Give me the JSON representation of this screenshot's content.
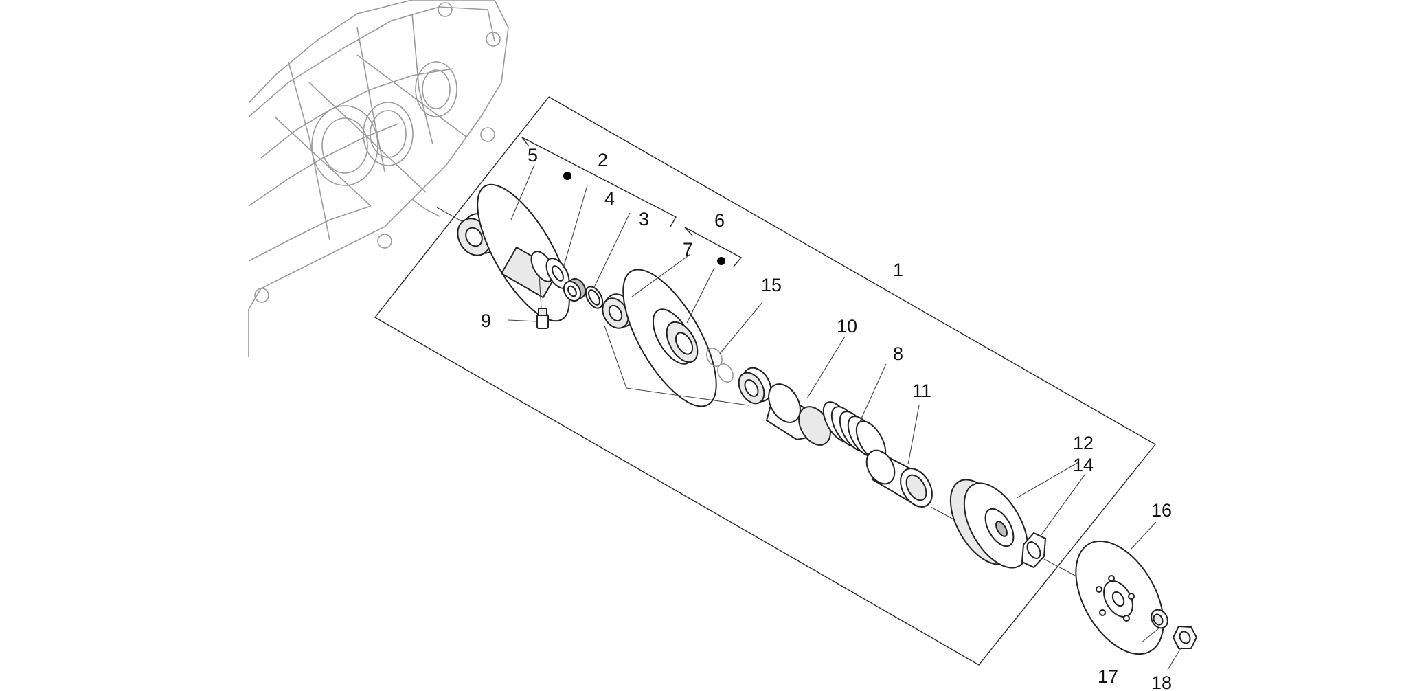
{
  "diagram": {
    "callouts": {
      "c1": "1",
      "c2": "2",
      "c3": "3",
      "c4": "4",
      "c5": "5",
      "c6": "6",
      "c7": "7",
      "c8": "8",
      "c9": "9",
      "c10": "10",
      "c11": "11",
      "c12": "12",
      "c14": "14",
      "c15": "15",
      "c16": "16",
      "c17": "17",
      "c18": "18"
    }
  }
}
